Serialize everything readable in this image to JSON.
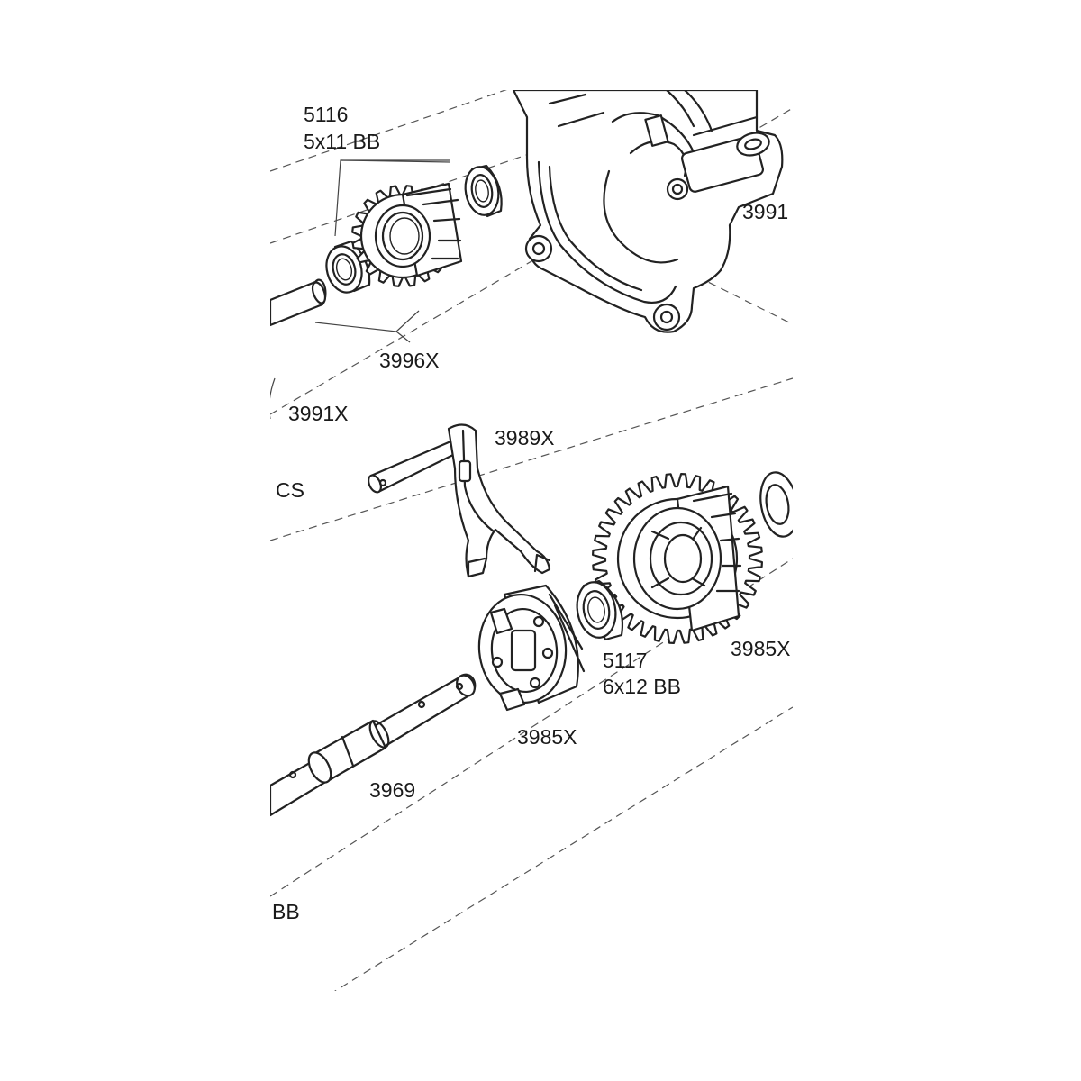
{
  "labels": {
    "bearing_5x11_part": "5116",
    "bearing_5x11_spec": "5x11 BB",
    "housing_part_cropped": "3991",
    "idler_gear_part": "3996X",
    "housing_part": "3991X",
    "shift_fork_part": "3989X",
    "cropped_left_cs": "CS",
    "output_gear_part_cropped": "3985X",
    "bearing_6x12_part": "5117",
    "bearing_6x12_spec": "6x12 BB",
    "dog_hub_part": "3985X",
    "sleeve_part": "3969",
    "cropped_left_bb": "BB"
  },
  "colors": {
    "line": "#222222",
    "background": "#ffffff",
    "label": "#1a1a1a"
  }
}
